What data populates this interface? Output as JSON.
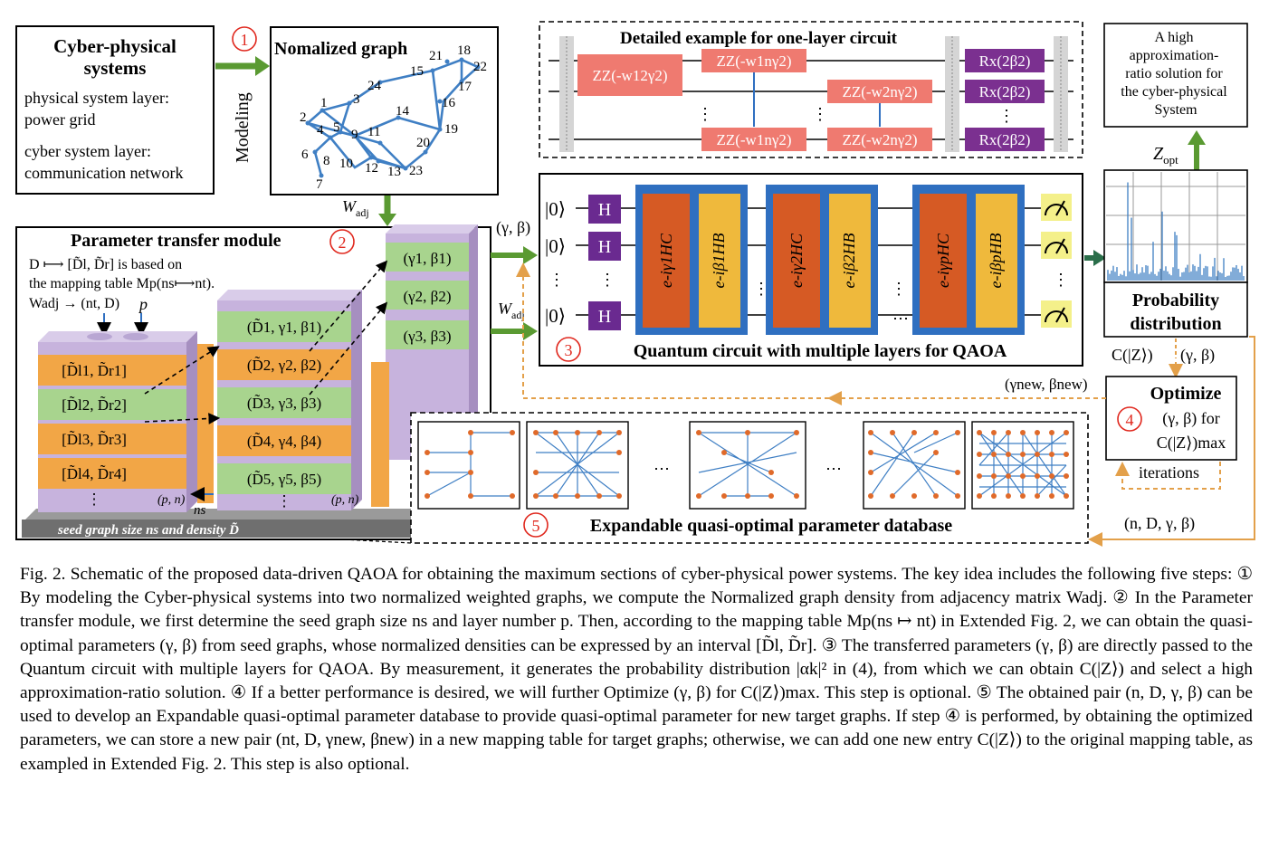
{
  "cps": {
    "title_line1": "Cyber-physical",
    "title_line2": "systems",
    "phys_line1": "physical system layer:",
    "phys_line2": "power grid",
    "cyber_line1": "cyber system layer:",
    "cyber_line2": "communication network"
  },
  "step_numbers": [
    "1",
    "2",
    "3",
    "4",
    "5"
  ],
  "modeling_label": "Modeling",
  "graph": {
    "title": "Nomalized graph",
    "node_labels": [
      "1",
      "2",
      "3",
      "4",
      "5",
      "6",
      "7",
      "8",
      "9",
      "10",
      "11",
      "12",
      "13",
      "14",
      "15",
      "16",
      "17",
      "18",
      "19",
      "20",
      "21",
      "22",
      "23",
      "24"
    ]
  },
  "w_adj_label": "W",
  "w_adj_sub": "adj",
  "ptm": {
    "title": "Parameter transfer module",
    "line1": "D ⟼ [D̃l, D̃r] is based on",
    "line2": "the mapping table Mp(ns⟼nt).",
    "line3": "Wadj → (nt, D)",
    "p_label": "p",
    "left_stack": [
      "[D̃l1, D̃r1]",
      "[D̃l2, D̃r2]",
      "[D̃l3, D̃r3]",
      "[D̃l4, D̃r4]",
      "⋮"
    ],
    "mid_stack": [
      "(D̃1, γ1, β1)",
      "(D̃2, γ2, β2)",
      "(D̃3, γ3, β3)",
      "(D̃4, γ4, β4)",
      "(D̃5, γ5, β5)",
      "⋮"
    ],
    "right_stack": [
      "(γ1, β1)",
      "(γ2, β2)",
      "(γ3, β3)"
    ],
    "pn_label": "(p, n)",
    "ns_label": "ns",
    "base_label": "seed graph size ns and density D̃"
  },
  "gamma_beta_label": "(γ, β)",
  "circuit_detail": {
    "title": "Detailed example for one-layer circuit",
    "zz_gates": [
      "ZZ(-w12γ2)",
      "ZZ(-w1nγ2)",
      "ZZ(-w2nγ2)",
      "ZZ(-w1nγ2)",
      "ZZ(-w2nγ2)"
    ],
    "rx_gate": "Rx(2β2)",
    "dots": "⋮"
  },
  "qaoa": {
    "title": "Quantum circuit with multiple layers for QAOA",
    "ket": "|0⟩",
    "h": "H",
    "cost_ops": [
      "e-iγ1HC",
      "e-iγ2HC",
      "e-iγpHC"
    ],
    "mixer_ops": [
      "e-iβ1HB",
      "e-iβ2HB",
      "e-iβpHB"
    ],
    "dots": "⋯"
  },
  "solution_box": "A high approximation-ratio solution for the cyber-physical System",
  "z_opt": "Z",
  "z_opt_sub": "opt",
  "prob_dist": "Probability distribution",
  "cz_label": "C(|Z⟩)",
  "new_params": "(γnew, βnew)",
  "optimize": {
    "title": "Optimize",
    "line2": "(γ, β) for",
    "line3": "C(|Z⟩)max"
  },
  "iterations": "iterations",
  "n_d_params": "(n, D, γ, β)",
  "database": {
    "title": "Expandable quasi-optimal parameter database",
    "dots": "⋯"
  },
  "caption": [
    "Fig. 2. Schematic of the proposed data-driven QAOA for obtaining the maximum sections of cyber-physical power systems. The key idea includes the following five steps: ① By modeling the Cyber-physical systems into two normalized weighted graphs, we compute the Normalized graph density from adjacency matrix Wadj. ② In the Parameter transfer module, we first determine the seed graph size ns and layer number p. Then, according to the mapping table Mp(ns ↦ nt) in Extended Fig. 2, we can obtain the quasi-optimal parameters (γ, β) from seed graphs, whose normalized densities can be expressed by an interval [D̃l, D̃r]. ③ The transferred parameters (γ, β) are directly passed to the Quantum circuit with multiple layers for QAOA. By measurement, it generates the probability distribution |αk|² in (4), from which we can obtain C(|Z⟩) and select a high approximation-ratio solution. ④ If a better performance is desired, we will further Optimize (γ, β) for C(|Z⟩)max. This step is optional. ⑤ The obtained pair (n, D, γ, β) can be used to develop an Expandable quasi-optimal parameter database to provide quasi-optimal parameter for new target graphs. If step ④ is performed, by obtaining the optimized parameters, we can store a new pair (nt, D, γnew, βnew) in a new mapping table for target graphs; otherwise, we can add one new entry C(|Z⟩) to the original mapping table, as exampled in Extended Fig. 2. This step is also optional."
  ],
  "colors": {
    "red_circle": "#e0281e",
    "green_arrow": "#5a9a32",
    "orange_arrow": "#e3a04a",
    "graph_blue": "#3f7fc4",
    "node_orange": "#e06a2a",
    "circuit_blue": "#2f6fc0",
    "cost_orange": "#d65a24",
    "mixer_yellow": "#efb93c",
    "h_purple": "#6a2a90",
    "zz_pink": "#ef7a70",
    "rx_purple": "#7b3090",
    "layer_purple": "#c7b3dd",
    "layer_orange": "#f2a646",
    "layer_green": "#a8d48e",
    "base_gray": "#7a7a7a"
  }
}
